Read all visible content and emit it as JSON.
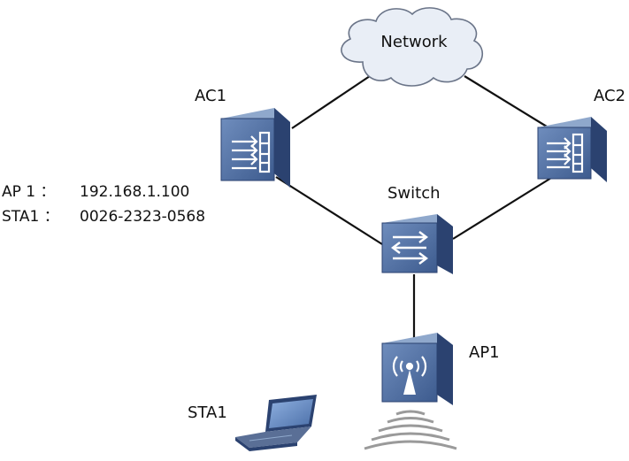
{
  "nodes": {
    "network": "Network",
    "ac1": "AC1",
    "ac2": "AC2",
    "switch": "Switch",
    "ap1": "AP1",
    "sta1": "STA1"
  },
  "info": {
    "ap_label": "AP 1 ：",
    "ap_value": "192.168.1.100",
    "sta_label": "STA1 ：",
    "sta_value": "0026-2323-0568"
  },
  "colors": {
    "device_front": "#4f6fa0",
    "device_top": "#8fa8cc",
    "device_side": "#2b4270",
    "device_line": "#ffffff",
    "cloud_fill": "#e9eef6",
    "cloud_stroke": "#6a7488",
    "link": "#111111"
  }
}
